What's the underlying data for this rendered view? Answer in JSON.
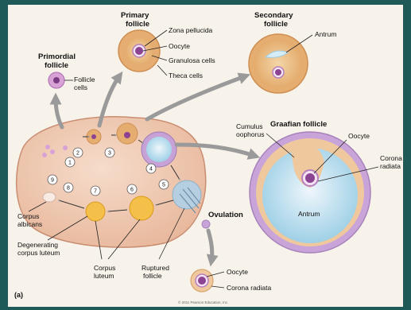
{
  "figure": {
    "panel_label": "(a)",
    "copyright": "© 2011 Pearson Education, Inc.",
    "primordial": {
      "title_line1": "Primordial",
      "title_line2": "follicle",
      "follicle_cells_1": "Follicle",
      "follicle_cells_2": "cells"
    },
    "primary": {
      "title_line1": "Primary",
      "title_line2": "follicle",
      "zona": "Zona pellucida",
      "oocyte": "Oocyte",
      "granulosa": "Granulosa cells",
      "theca": "Theca cells"
    },
    "secondary": {
      "title_line1": "Secondary",
      "title_line2": "follicle",
      "antrum": "Antrum"
    },
    "graafian": {
      "title": "Graafian follicle",
      "cumulus_1": "Cumulus",
      "cumulus_2": "oophorus",
      "oocyte": "Oocyte",
      "corona_1": "Corona",
      "corona_2": "radiata",
      "antrum": "Antrum"
    },
    "ovary": {
      "corpus_albicans_1": "Corpus",
      "corpus_albicans_2": "albicans",
      "degenerating_1": "Degenerating",
      "degenerating_2": "corpus luteum",
      "corpus_luteum_1": "Corpus",
      "corpus_luteum_2": "luteum",
      "ruptured_1": "Ruptured",
      "ruptured_2": "follicle",
      "ovulation": "Ovulation"
    },
    "released": {
      "oocyte": "Oocyte",
      "corona": "Corona radiata"
    },
    "stage_numbers": [
      "1",
      "2",
      "3",
      "4",
      "5",
      "6",
      "7",
      "8",
      "9"
    ]
  }
}
